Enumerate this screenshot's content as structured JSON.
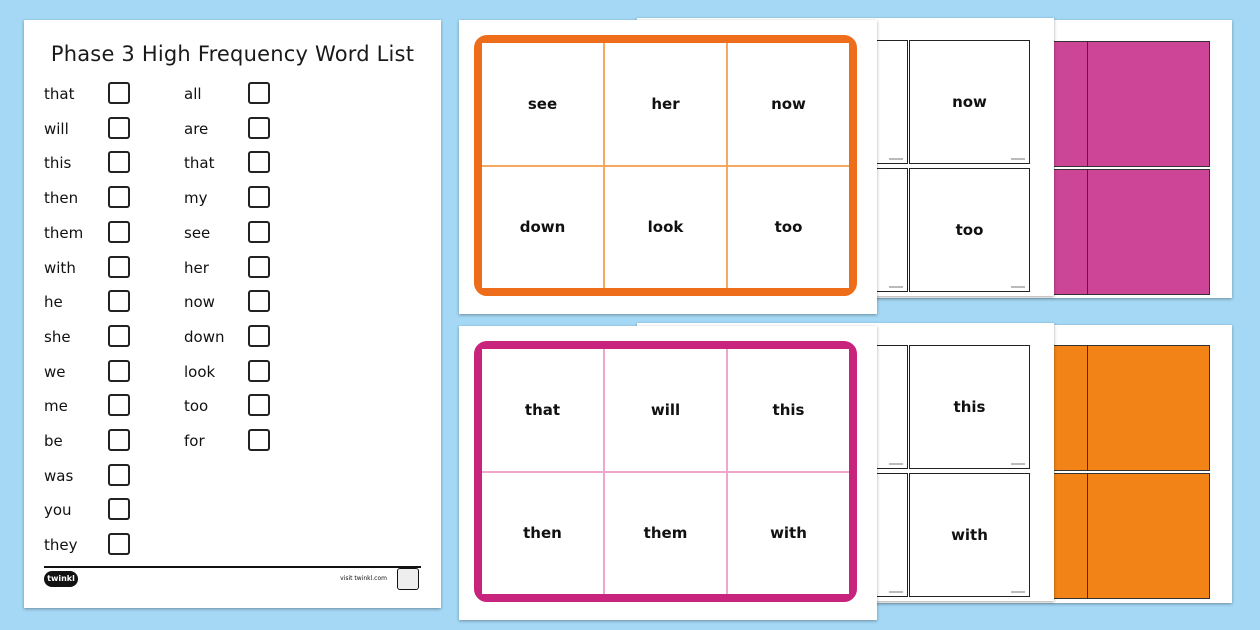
{
  "word_list": {
    "title": "Phase 3 High Frequency Word List",
    "column_1": [
      "that",
      "will",
      "this",
      "then",
      "them",
      "with",
      "he",
      "she",
      "we",
      "me",
      "be",
      "was",
      "you",
      "they"
    ],
    "column_2": [
      "all",
      "are",
      "that",
      "my",
      "see",
      "her",
      "now",
      "down",
      "look",
      "too",
      "for"
    ],
    "footer": {
      "logo": "twinkl",
      "visit": "visit twinkl.com"
    }
  },
  "card_sets": [
    {
      "front_words": [
        "see",
        "her",
        "now",
        "down",
        "look",
        "too"
      ],
      "back_words": [
        "now",
        "too"
      ],
      "accent_color": "#ee6d1a",
      "divider_color": "#f6a860",
      "solid_color": "#cc4597"
    },
    {
      "front_words": [
        "that",
        "will",
        "this",
        "then",
        "them",
        "with"
      ],
      "back_words": [
        "this",
        "with"
      ],
      "accent_color": "#c8237d",
      "divider_color": "#eea7cf",
      "solid_color": "#f18317"
    }
  ],
  "colors": {
    "background": "#a4d8f5"
  }
}
